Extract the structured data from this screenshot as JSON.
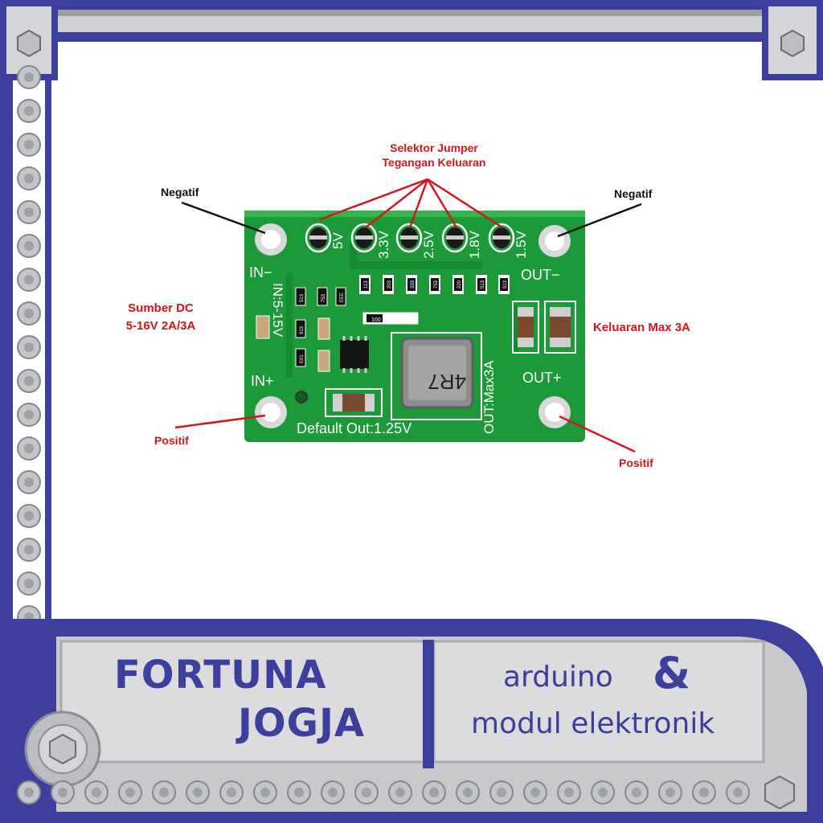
{
  "labels": {
    "selector_line1": "Selektor Jumper",
    "selector_line2": "Tegangan Keluaran",
    "negatif_left": "Negatif",
    "negatif_right": "Negatif",
    "source_line1": "Sumber DC",
    "source_line2": "5-16V 2A/3A",
    "output_max": "Keluaran Max 3A",
    "positif_left": "Positif",
    "positif_right": "Positif"
  },
  "pcb": {
    "jumpers": [
      "5V",
      "3.3V",
      "2.5V",
      "1.8V",
      "1.5V"
    ],
    "in_minus": "IN−",
    "in_plus": "IN+",
    "out_minus": "OUT−",
    "out_plus": "OUT+",
    "input_range": "IN:5-15V",
    "default_out": "Default Out:1.25V",
    "out_max": "OUT:Max3A",
    "inductor": "4R7",
    "resistors": [
      "113",
      "203",
      "333",
      "753",
      "220",
      "513",
      "913"
    ],
    "left_resistors": [
      "513",
      "753",
      "EEE",
      "913",
      "E01"
    ],
    "small_resistor": "100"
  },
  "brand": {
    "name_line1": "FORTUNA",
    "name_line2": "JOGJA",
    "tag_line1": "arduino",
    "ampersand": "&",
    "tag_line2": "modul elektronik"
  },
  "colors": {
    "frame_blue": "#3c3f9b",
    "frame_gray": "#c9c9cc",
    "pcb_green": "#1c9a3a",
    "label_red": "#d4151c"
  }
}
